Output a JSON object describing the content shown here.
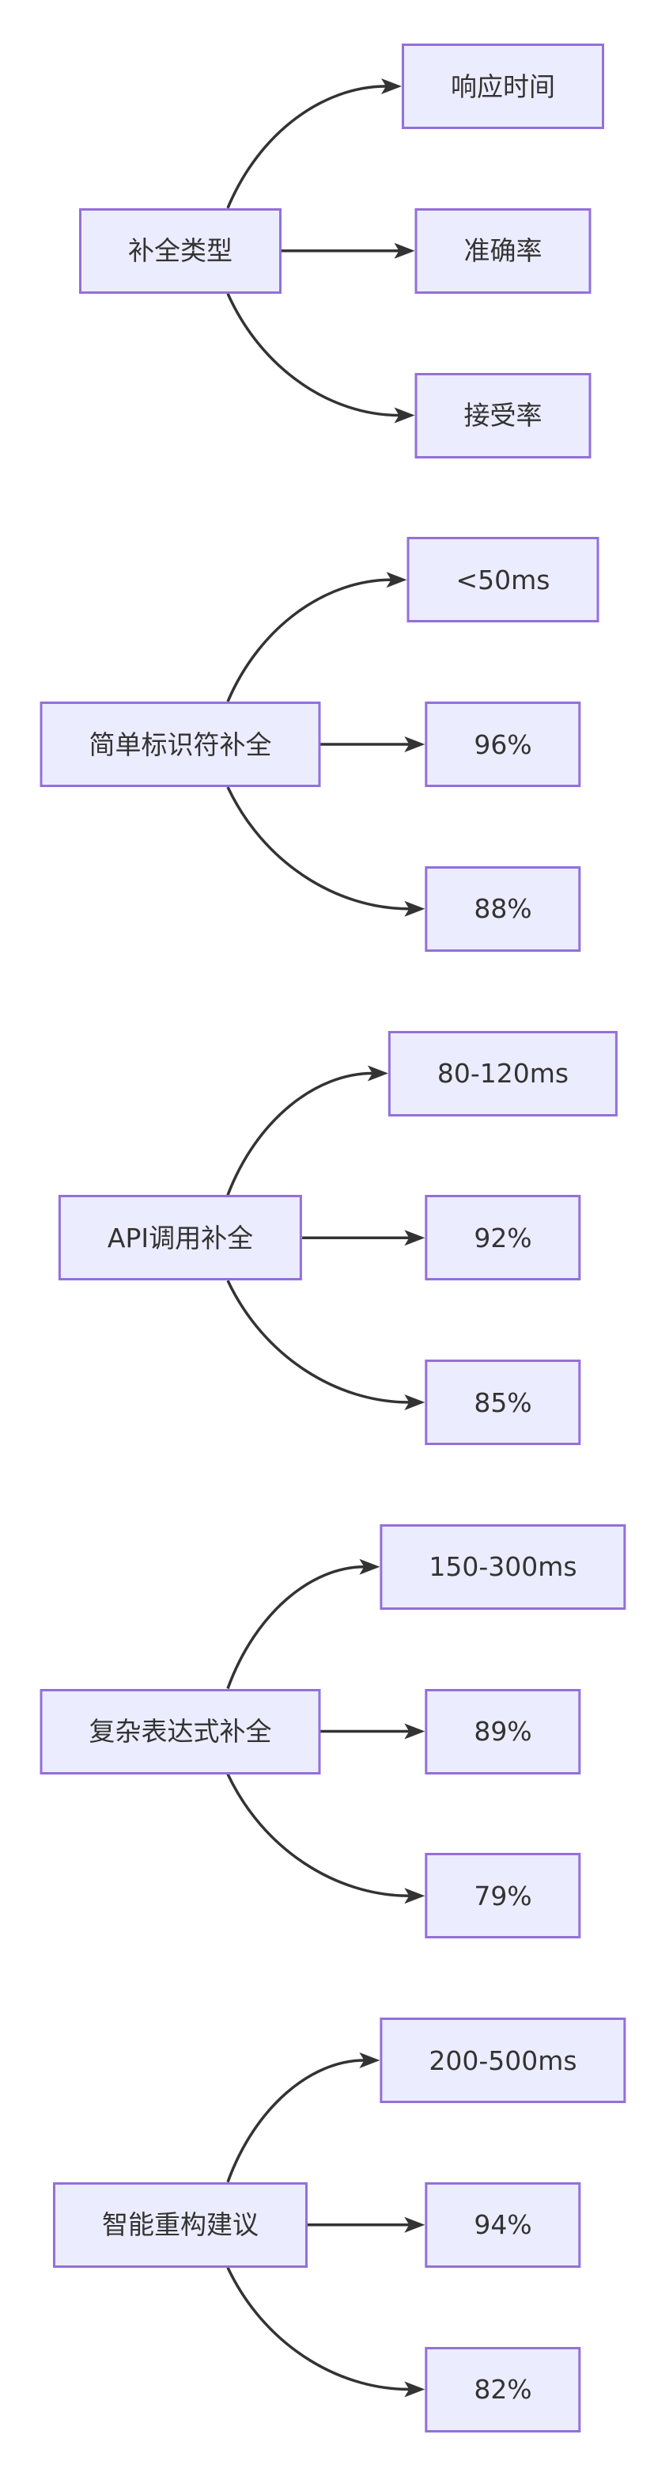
{
  "diagram": {
    "type": "flowchart-LR",
    "groups": [
      {
        "source": "补全类型",
        "targets": [
          "响应时间",
          "准确率",
          "接受率"
        ]
      },
      {
        "source": "简单标识符补全",
        "targets": [
          "<50ms",
          "96%",
          "88%"
        ]
      },
      {
        "source": "API调用补全",
        "targets": [
          "80-120ms",
          "92%",
          "85%"
        ]
      },
      {
        "source": "复杂表达式补全",
        "targets": [
          "150-300ms",
          "89%",
          "79%"
        ]
      },
      {
        "source": "智能重构建议",
        "targets": [
          "200-500ms",
          "94%",
          "82%"
        ]
      }
    ],
    "colors": {
      "node_fill": "#ECECFF",
      "node_border": "#9370DB",
      "node_text": "#333333",
      "edge": "#333333",
      "background": "#FFFFFF"
    }
  }
}
